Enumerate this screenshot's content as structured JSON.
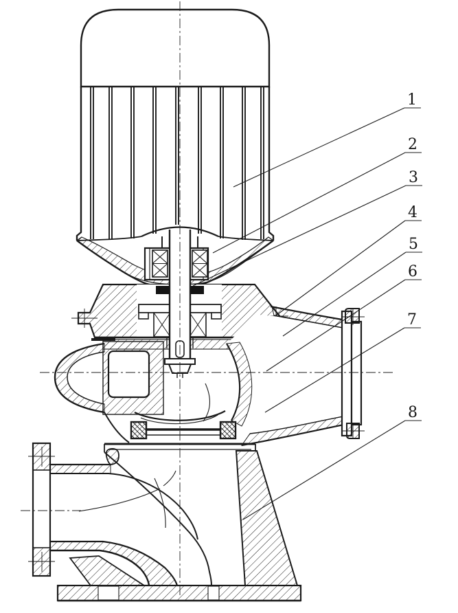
{
  "drawing": {
    "background": "#ffffff",
    "line_color": "#1b1b1b",
    "callouts": [
      {
        "number": "1"
      },
      {
        "number": "2"
      },
      {
        "number": "3"
      },
      {
        "number": "4"
      },
      {
        "number": "5"
      },
      {
        "number": "6"
      },
      {
        "number": "7"
      },
      {
        "number": "8"
      }
    ]
  }
}
